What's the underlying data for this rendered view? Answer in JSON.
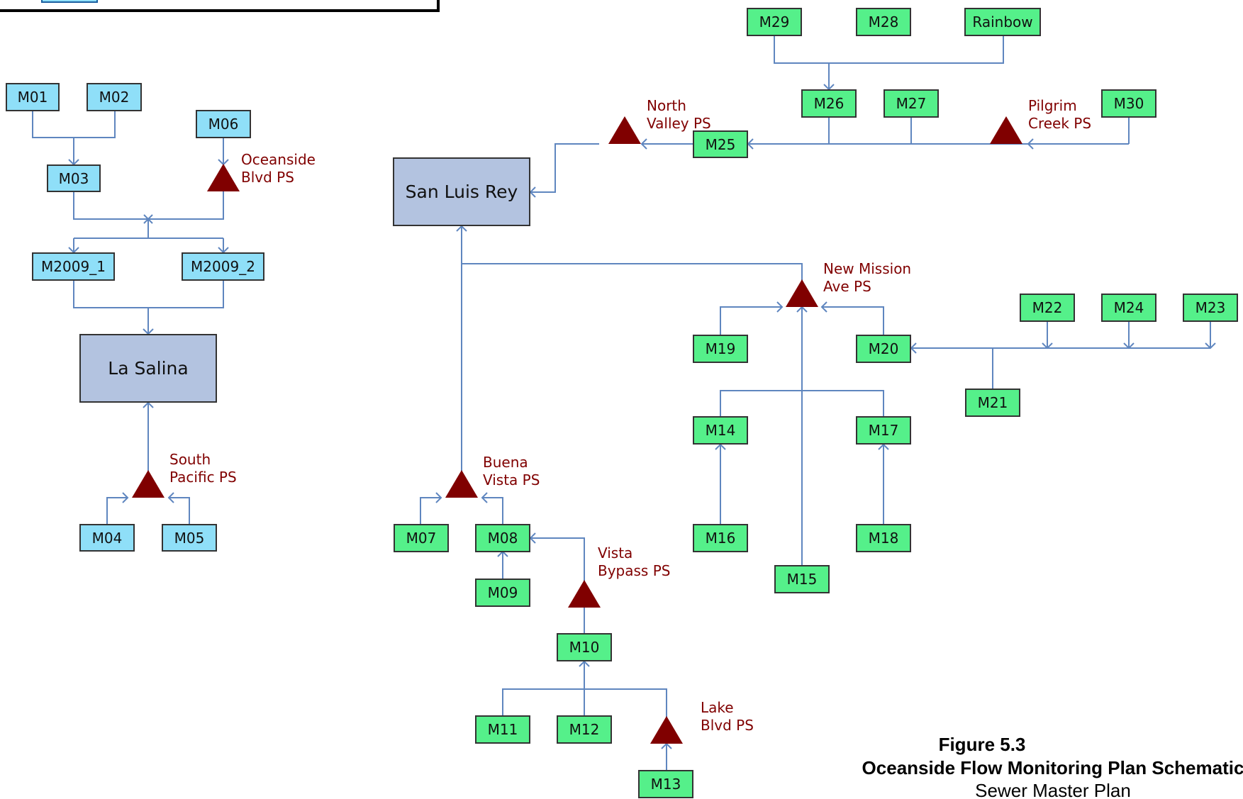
{
  "colors": {
    "link": "#5f86bf",
    "pump_station": "#800000",
    "meter_blue": "#8fdff8",
    "meter_green": "#55f08a",
    "plant": "#b3c3e0"
  },
  "meters": {
    "M01": "M01",
    "M02": "M02",
    "M03": "M03",
    "M04": "M04",
    "M05": "M05",
    "M06": "M06",
    "M2009_1": "M2009_1",
    "M2009_2": "M2009_2",
    "M07": "M07",
    "M08": "M08",
    "M09": "M09",
    "M10": "M10",
    "M11": "M11",
    "M12": "M12",
    "M13": "M13",
    "M14": "M14",
    "M15": "M15",
    "M16": "M16",
    "M17": "M17",
    "M18": "M18",
    "M19": "M19",
    "M20": "M20",
    "M21": "M21",
    "M22": "M22",
    "M23": "M23",
    "M24": "M24",
    "M25": "M25",
    "M26": "M26",
    "M27": "M27",
    "M28": "M28",
    "M29": "M29",
    "M30": "M30",
    "Rainbow": "Rainbow"
  },
  "plants": {
    "la_salina": "La Salina",
    "san_luis_rey": "San Luis Rey"
  },
  "pump_stations": {
    "oceanside_blvd": [
      "Oceanside",
      "Blvd PS"
    ],
    "south_pacific": [
      "South",
      "Pacific PS"
    ],
    "north_valley": [
      "North",
      "Valley PS"
    ],
    "pilgrim_creek": [
      "Pilgrim",
      "Creek PS"
    ],
    "new_mission_ave": [
      "New Mission",
      "Ave PS"
    ],
    "buena_vista": [
      "Buena",
      "Vista PS"
    ],
    "vista_bypass": [
      "Vista",
      "Bypass PS"
    ],
    "lake_blvd": [
      "Lake",
      "Blvd PS"
    ]
  },
  "caption": {
    "figure": "Figure 5.3",
    "title": "Oceanside Flow Monitoring Plan Schematic",
    "subtitle": "Sewer Master Plan"
  }
}
